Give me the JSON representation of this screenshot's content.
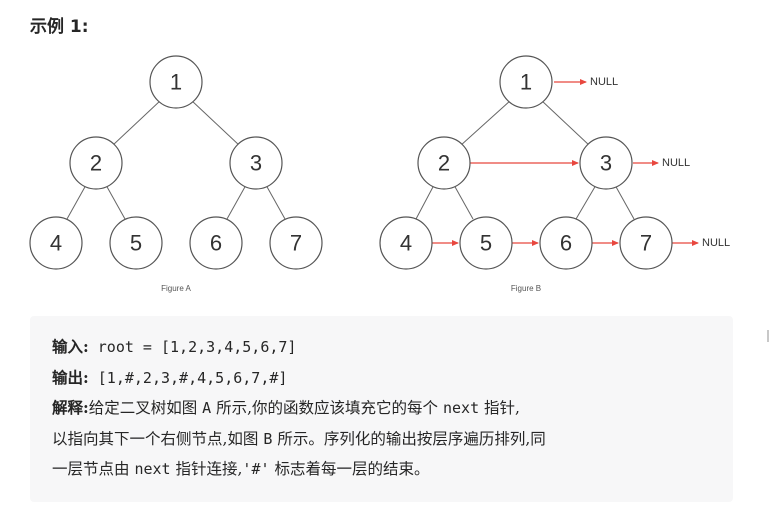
{
  "example_title": "示例 1:",
  "figure_a": {
    "caption": "Figure A",
    "nodes": [
      "1",
      "2",
      "3",
      "4",
      "5",
      "6",
      "7"
    ]
  },
  "figure_b": {
    "caption": "Figure B",
    "nodes": [
      "1",
      "2",
      "3",
      "4",
      "5",
      "6",
      "7"
    ],
    "null_label": "NULL"
  },
  "colors": {
    "node_stroke": "#555555",
    "next_pointer": "#e8473f",
    "box_background": "#f7f7f8"
  },
  "example": {
    "input_label": "输入:",
    "input_value": " root = [1,2,3,4,5,6,7]",
    "output_label": "输出:",
    "output_value": " [1,#,2,3,#,4,5,6,7,#]",
    "explain_label": "解释:",
    "explain_line1_a": "给定二叉树如图 ",
    "explain_line1_b": "A",
    "explain_line1_c": " 所示,你的函数应该填充它的每个 ",
    "explain_line1_d": "next",
    "explain_line1_e": " 指针,",
    "explain_line2_a": "以指向其下一个右侧节点,如图 ",
    "explain_line2_b": "B",
    "explain_line2_c": " 所示。序列化的输出按层序遍历排列,同",
    "explain_line3_a": "一层节点由 ",
    "explain_line3_b": "next",
    "explain_line3_c": " 指针连接,",
    "explain_line3_d": "'#'",
    "explain_line3_e": " 标志着每一层的结束。"
  }
}
